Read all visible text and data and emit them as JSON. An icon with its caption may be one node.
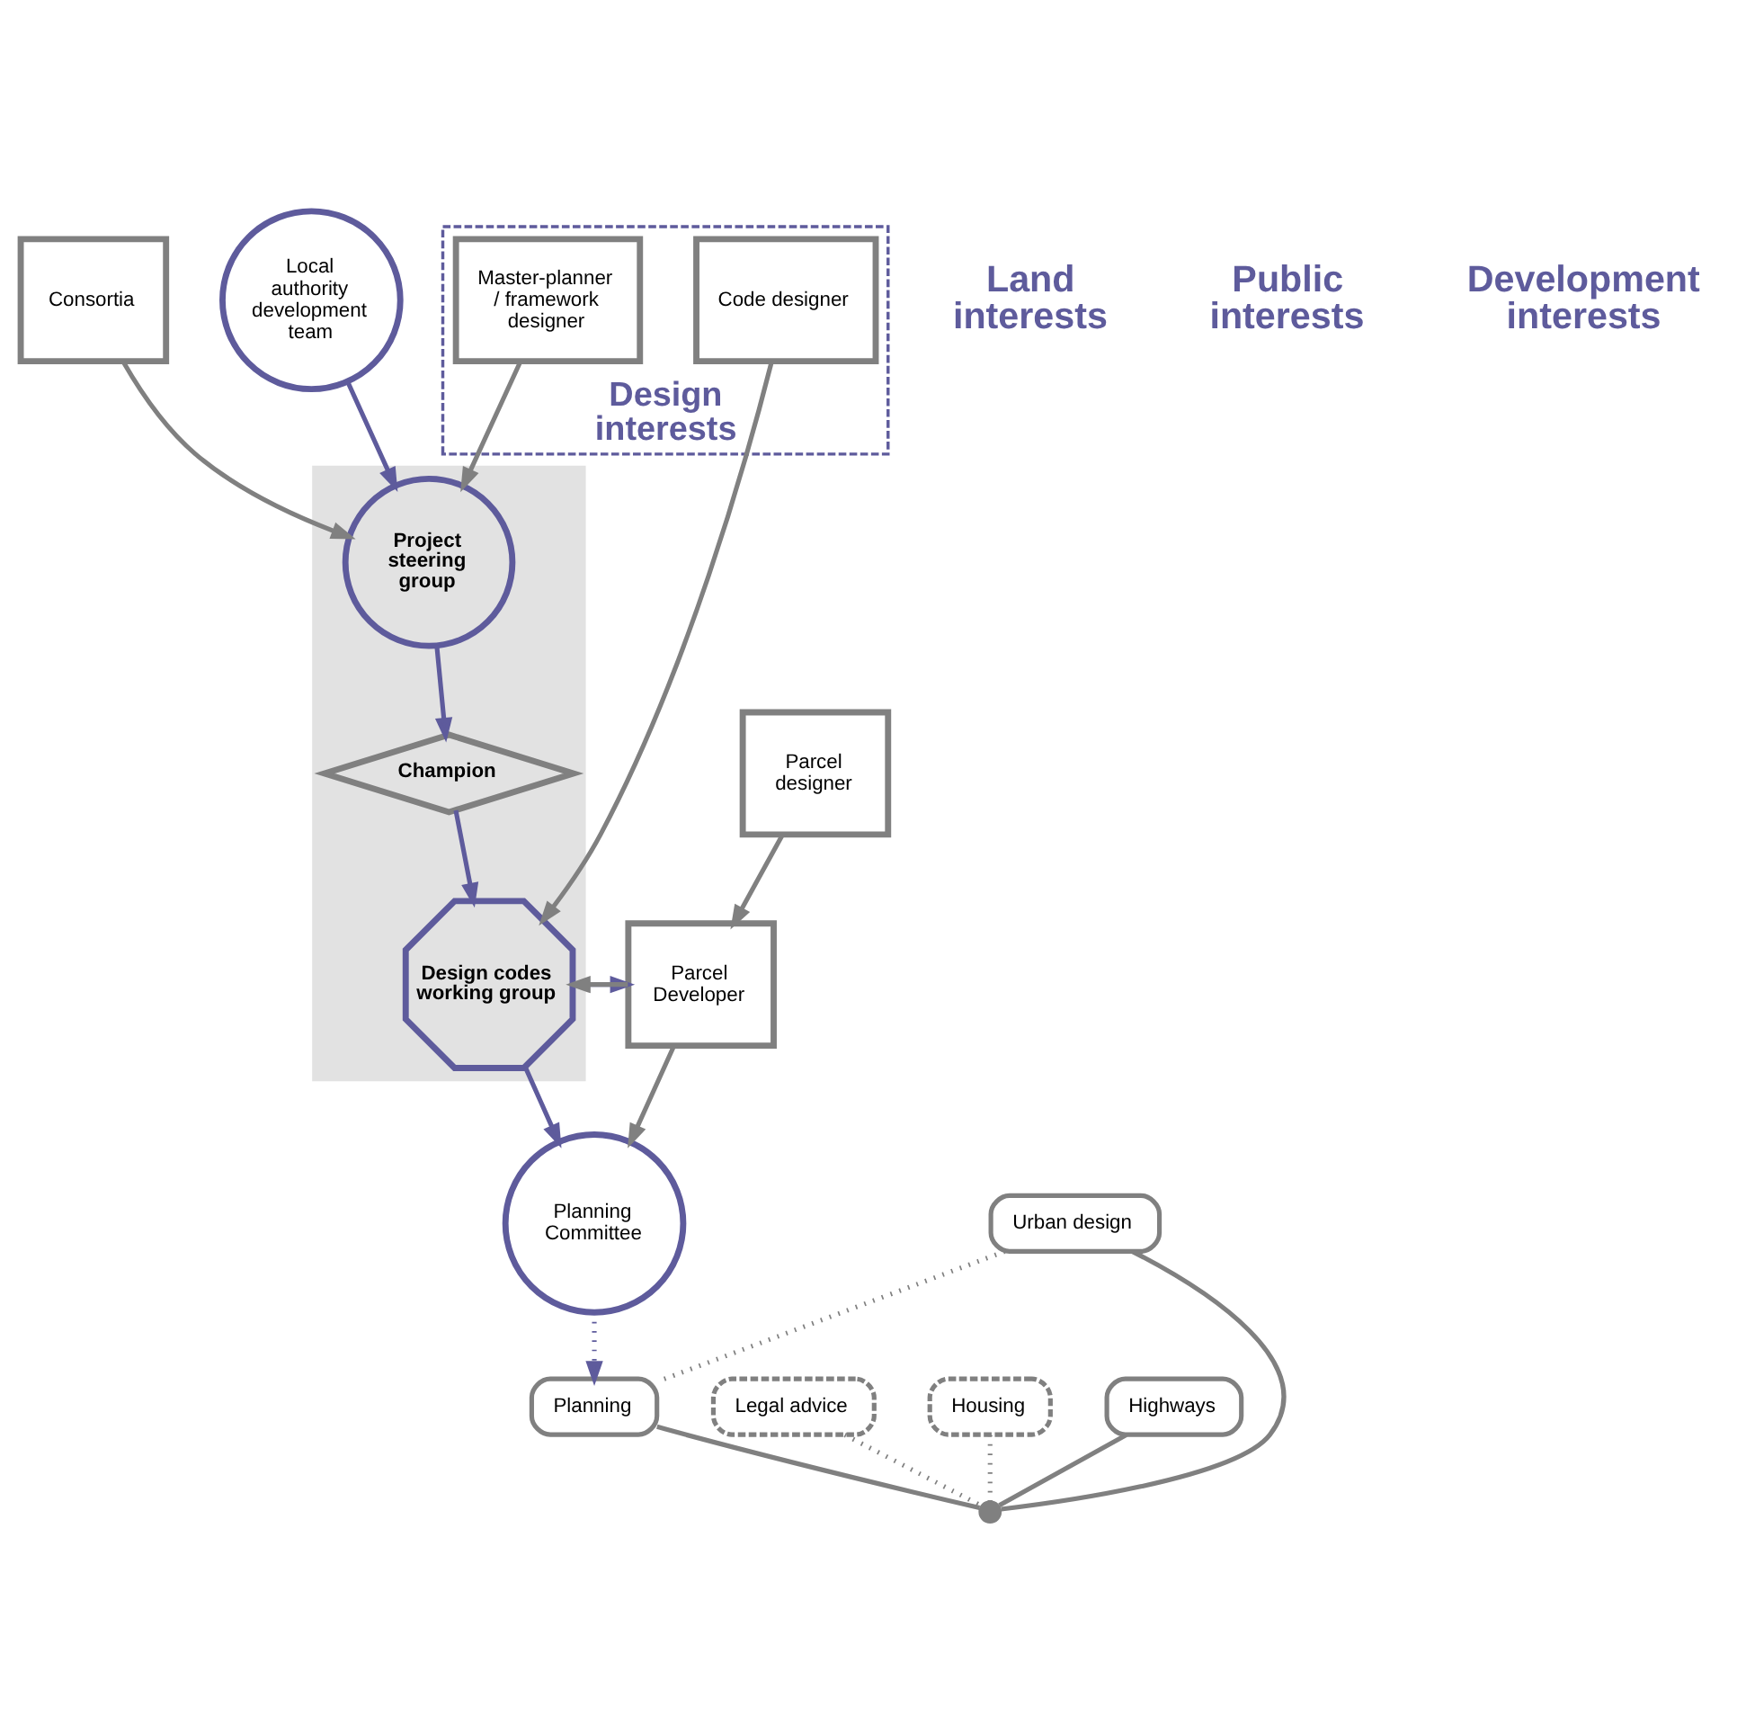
{
  "diagram": {
    "nodes": [
      {
        "text": [
          "Consortia"
        ]
      },
      {
        "text": [
          "Legal advice"
        ]
      },
      {
        "text": [
          "Housing"
        ]
      },
      {
        "text": [
          "Highways"
        ]
      },
      {
        "text": [
          "Urban design"
        ]
      },
      {
        "text": [
          "Planning"
        ]
      },
      {
        "text": [],
        "shape": "circle"
      },
      {
        "text": [
          "Local authority development team"
        ]
      },
      {
        "text": [],
        "shape": "box"
      },
      {
        "text": [
          "Project steering group"
        ],
        "in": 8
      },
      {
        "text": [
          "Design interests"
        ]
      },
      {
        "text": [
          "Master-planner / framework designer"
        ],
        "in": 10
      },
      {
        "text": [
          "Champion"
        ],
        "in": 8
      },
      {
        "text": [
          "Code designer"
        ],
        "in": 10
      },
      {
        "text": [
          "Design codes working group"
        ],
        "in": 8
      },
      {
        "text": [
          "Planning Committee"
        ]
      },
      {
        "text": [
          "Parcel Developer"
        ]
      },
      {
        "text": [
          "Parcel designer"
        ]
      }
    ],
    "edges": [
      {
        "from": 1,
        "to": 6,
        "arrow": "none",
        "style": "dashed"
      },
      {
        "from": 2,
        "to": 6,
        "arrow": "none",
        "style": "dashed"
      },
      {
        "from": 3,
        "to": 6,
        "arrow": "none"
      },
      {
        "from": 4,
        "to": 6,
        "arrow": "none"
      },
      {
        "from": 5,
        "to": 6,
        "arrow": "none"
      },
      {
        "from": 4,
        "to": 5,
        "arrow": "none",
        "style": "dashed"
      },
      {
        "from": 7,
        "to": 9,
        "arrow": "to",
        "color": "#5e5b9c"
      },
      {
        "from": 0,
        "to": 9,
        "arrow": "to"
      },
      {
        "from": 11,
        "to": 9,
        "arrow": "to"
      },
      {
        "from": 9,
        "to": 12,
        "arrow": "to",
        "color": "#5e5b9c"
      },
      {
        "from": 12,
        "to": 14,
        "arrow": "to",
        "color": "#5e5b9c"
      },
      {
        "from": 13,
        "to": 14,
        "arrow": "to"
      },
      {
        "from": 14,
        "to": 15,
        "arrow": "to",
        "color": "#5e5b9c"
      },
      {
        "from": 14,
        "to": 16,
        "arrow": "to",
        "color": "#5e5b9c"
      },
      {
        "from": 16,
        "to": 14,
        "arrow": "to"
      },
      {
        "from": 16,
        "to": 15,
        "arrow": "to"
      },
      {
        "from": 17,
        "to": 16,
        "arrow": "to"
      },
      {
        "from": 15,
        "to": 5,
        "arrow": "to",
        "style": "dashed",
        "color": "#5e5b9c"
      }
    ],
    "labels": [
      "Land interests",
      "Public interests",
      "Development interests"
    ]
  }
}
